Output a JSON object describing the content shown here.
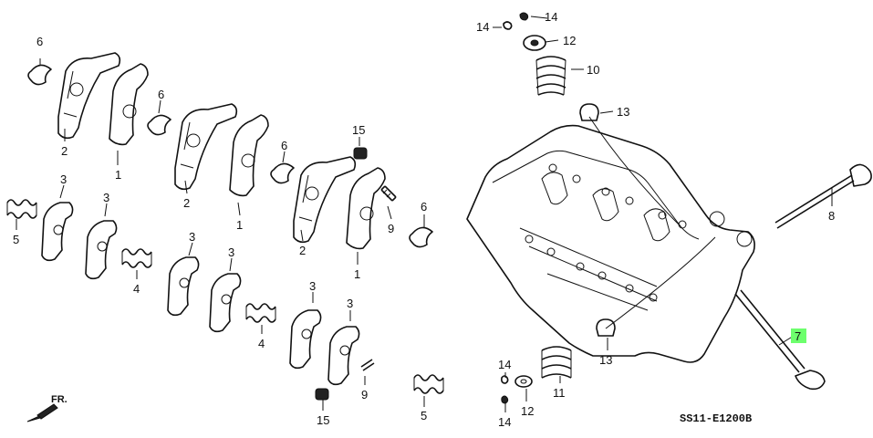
{
  "diagram": {
    "diagram_code": "SS11-E1200B",
    "direction_label": "FR.",
    "highlighted_callout": "7",
    "highlight_color": "#6dff6d",
    "callouts": [
      "1",
      "2",
      "3",
      "4",
      "5",
      "6",
      "7",
      "8",
      "9",
      "10",
      "11",
      "12",
      "13",
      "14",
      "15"
    ]
  }
}
